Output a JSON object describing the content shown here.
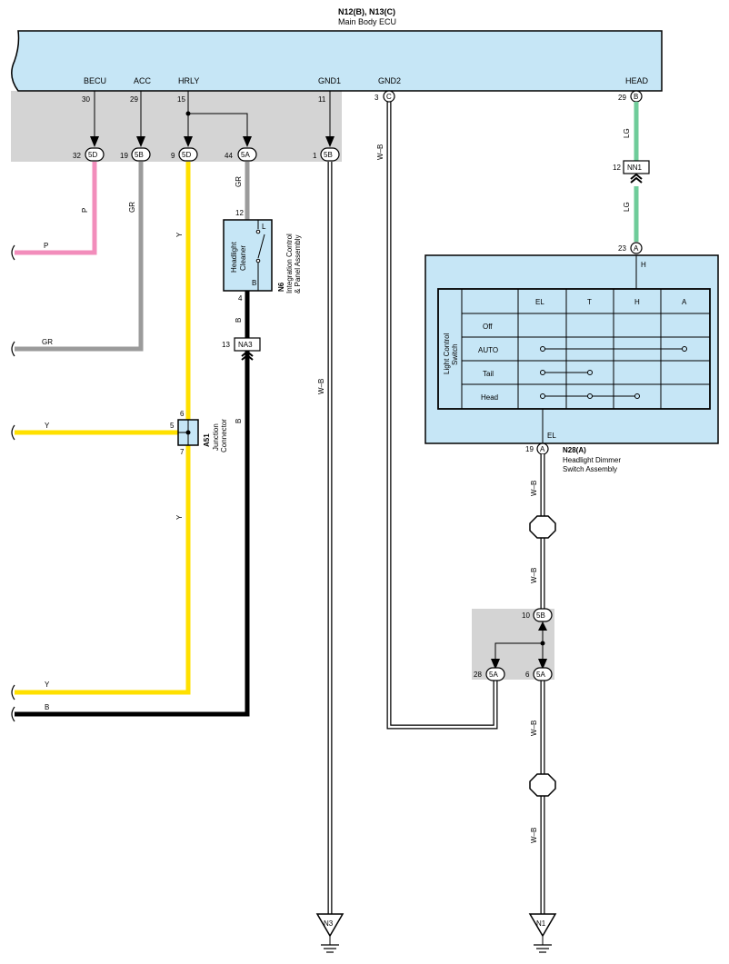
{
  "ecu": {
    "title": "N12(B), N13(C)",
    "subtitle": "Main Body ECU",
    "terminals": {
      "becu": "BECU",
      "acc": "ACC",
      "hrly": "HRLY",
      "gnd1": "GND1",
      "gnd2": "GND2",
      "head": "HEAD"
    },
    "pins": {
      "becu": "30",
      "acc": "29",
      "hrly": "15",
      "gnd1": "11",
      "gnd2": "3",
      "head": "29"
    },
    "pin_letters": {
      "gnd2": "C",
      "head": "B"
    }
  },
  "junction_block": {
    "c1": {
      "pin": "32",
      "code": "5D"
    },
    "c2": {
      "pin": "19",
      "code": "5B"
    },
    "c3": {
      "pin": "9",
      "code": "5D"
    },
    "c4": {
      "pin": "44",
      "code": "5A"
    },
    "c5": {
      "pin": "1",
      "code": "5B"
    }
  },
  "junction_block_2": {
    "top": {
      "pin": "10",
      "code": "5B"
    },
    "left": {
      "pin": "28",
      "code": "5A"
    },
    "right": {
      "pin": "6",
      "code": "5A"
    }
  },
  "wires": {
    "p": "P",
    "gr": "GR",
    "y": "Y",
    "b": "B",
    "wb": "W–B",
    "lg": "LG",
    "h": "H",
    "el": "EL"
  },
  "headlight_cleaner": {
    "label_line1": "Headlight",
    "label_line2": "Cleaner",
    "pin_top": "12",
    "pin_bottom": "4",
    "term_l": "L",
    "term_b": "B",
    "id": "N6",
    "name_line1": "Integration Control",
    "name_line2": "& Panel Assembly"
  },
  "connectors": {
    "na3": {
      "pin": "13",
      "code": "NA3"
    },
    "nn1": {
      "pin": "12",
      "code": "NN1"
    }
  },
  "junction_connector": {
    "id": "A51",
    "name_line1": "Junction",
    "name_line2": "Connector",
    "pin_top": "6",
    "pin_left": "5",
    "pin_bottom": "7"
  },
  "dimmer_switch": {
    "id": "N28(A)",
    "name_line1": "Headlight Dimmer",
    "name_line2": "Switch Assembly",
    "pin_top": "23",
    "pin_top_letter": "A",
    "pin_bottom": "19",
    "pin_bottom_letter": "A",
    "switch_label_line1": "Light Control",
    "switch_label_line2": "Switch",
    "columns": [
      "EL",
      "T",
      "H",
      "A"
    ],
    "rows": [
      "Off",
      "AUTO",
      "Tail",
      "Head"
    ]
  },
  "grounds": {
    "n3": "N3",
    "n1": "N1"
  }
}
